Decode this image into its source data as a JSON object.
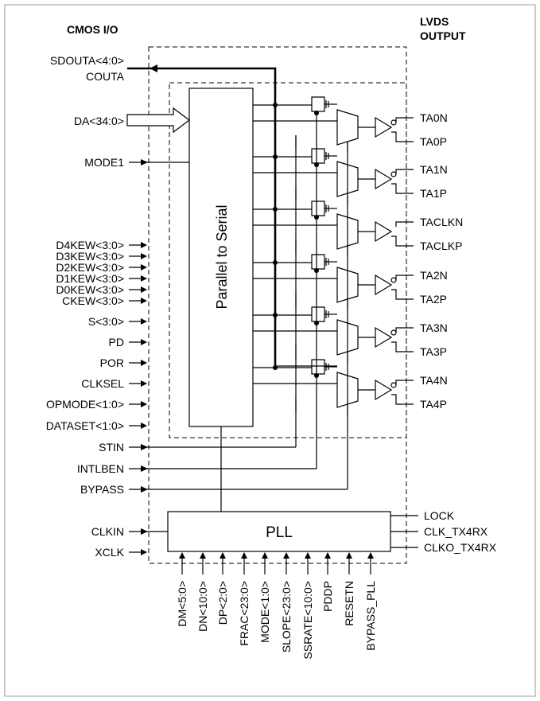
{
  "headers": {
    "cmos": "CMOS I/O",
    "lvds_line1": "LVDS",
    "lvds_line2": "OUTPUT"
  },
  "blocks": {
    "serializer": "Parallel to Serial",
    "pll": "PLL"
  },
  "left_signals": [
    {
      "label": "SDOUTA<4:0>",
      "dir": "out"
    },
    {
      "label": "COUTA",
      "dir": "out"
    },
    {
      "label": "DA<34:0>",
      "dir": "bus-in"
    },
    {
      "label": "MODE1",
      "dir": "in"
    },
    {
      "label": "D4KEW<3:0>",
      "dir": "in"
    },
    {
      "label": "D3KEW<3:0>",
      "dir": "in"
    },
    {
      "label": "D2KEW<3:0>",
      "dir": "in"
    },
    {
      "label": "D1KEW<3:0>",
      "dir": "in"
    },
    {
      "label": "D0KEW<3:0>",
      "dir": "in"
    },
    {
      "label": "CKEW<3:0>",
      "dir": "in"
    },
    {
      "label": "S<3:0>",
      "dir": "in"
    },
    {
      "label": "PD",
      "dir": "in"
    },
    {
      "label": "POR",
      "dir": "in"
    },
    {
      "label": "CLKSEL",
      "dir": "in"
    },
    {
      "label": "OPMODE<1:0>",
      "dir": "in"
    },
    {
      "label": "DATASET<1:0>",
      "dir": "in"
    },
    {
      "label": "STIN",
      "dir": "in"
    },
    {
      "label": "INTLBEN",
      "dir": "in"
    },
    {
      "label": "BYPASS",
      "dir": "in"
    },
    {
      "label": "CLKIN",
      "dir": "in"
    },
    {
      "label": "XCLK",
      "dir": "in"
    }
  ],
  "right_outputs": [
    {
      "n": "TA0N",
      "p": "TA0P"
    },
    {
      "n": "TA1N",
      "p": "TA1P"
    },
    {
      "n": "TACLKN",
      "p": "TACLKP"
    },
    {
      "n": "TA2N",
      "p": "TA2P"
    },
    {
      "n": "TA3N",
      "p": "TA3P"
    },
    {
      "n": "TA4N",
      "p": "TA4P"
    }
  ],
  "pll_outputs": [
    "LOCK",
    "CLK_TX4RX",
    "CLKO_TX4RX"
  ],
  "pll_inputs": [
    "DM<5:0>",
    "DN<10:0>",
    "DP<2:0>",
    "FRAC<23:0>",
    "MODE<1:0>",
    "SLOPE<23:0>",
    "SSRATE<10:0>",
    "PDDP",
    "RESETN",
    "BYPASS_PLL"
  ]
}
